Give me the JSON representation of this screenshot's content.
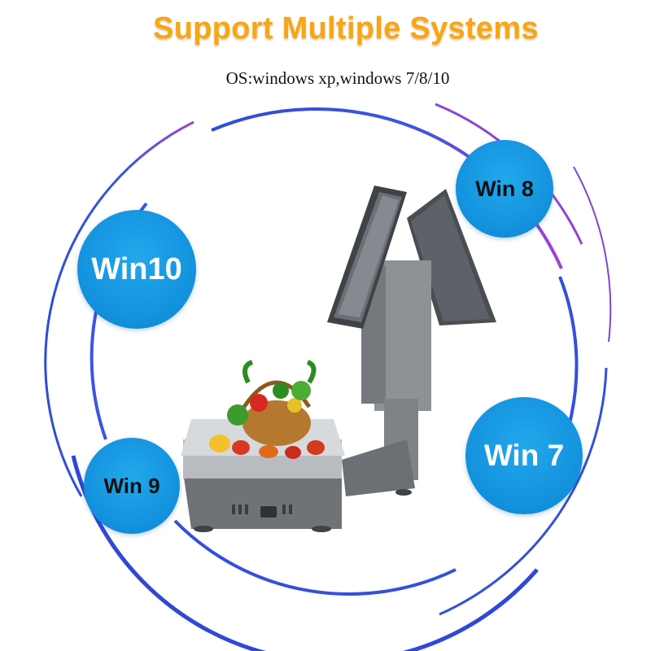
{
  "header": {
    "title": "Support Multiple Systems",
    "subtitle": "OS:windows xp,windows 7/8/10"
  },
  "badges": {
    "win10": "Win10",
    "win8": "Win 8",
    "win9": "Win 9",
    "win7": "Win 7"
  },
  "colors": {
    "title": "#f7a614",
    "badge": "#1290dc",
    "ring_blue": "#2f4bd8",
    "ring_purple": "#9b3fd8"
  },
  "product": {
    "icon": "pos-scale-dual-screen-icon"
  }
}
